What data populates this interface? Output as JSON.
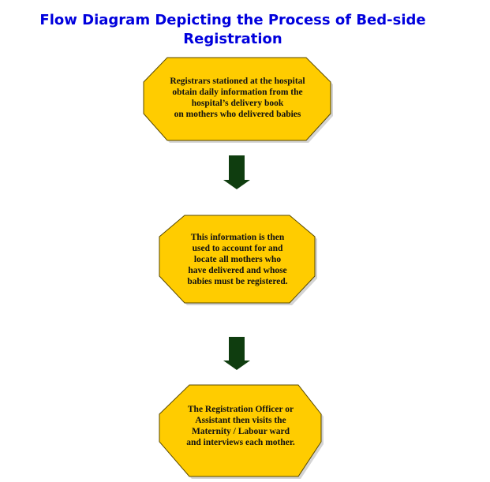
{
  "title": {
    "lines": [
      "Flow Diagram Depicting the Process of Bed-side",
      "Registration"
    ]
  },
  "colors": {
    "title": "#0000dd",
    "node_fill": "#ffcc00",
    "node_stroke": "#5a4a00",
    "node_shadow": "#b8b8b8",
    "arrow": "#0f3d0f",
    "text": "#111111"
  },
  "nodes": [
    {
      "id": "step-1",
      "shape": "octagon",
      "lines": [
        "Registrars stationed at the hospital",
        "obtain daily information from the",
        "hospital’s delivery book",
        "on mothers who delivered babies"
      ]
    },
    {
      "id": "step-2",
      "shape": "octagon",
      "lines": [
        "This information is then",
        "used to account for and",
        "locate all mothers who",
        "have delivered and whose",
        "babies must be registered."
      ]
    },
    {
      "id": "step-3",
      "shape": "octagon",
      "lines": [
        "The Registration Officer or",
        "Assistant then visits the",
        "Maternity / Labour ward",
        "and interviews each mother."
      ]
    }
  ],
  "edges": [
    {
      "from": "step-1",
      "to": "step-2",
      "icon": "down-arrow-icon"
    },
    {
      "from": "step-2",
      "to": "step-3",
      "icon": "down-arrow-icon"
    }
  ]
}
